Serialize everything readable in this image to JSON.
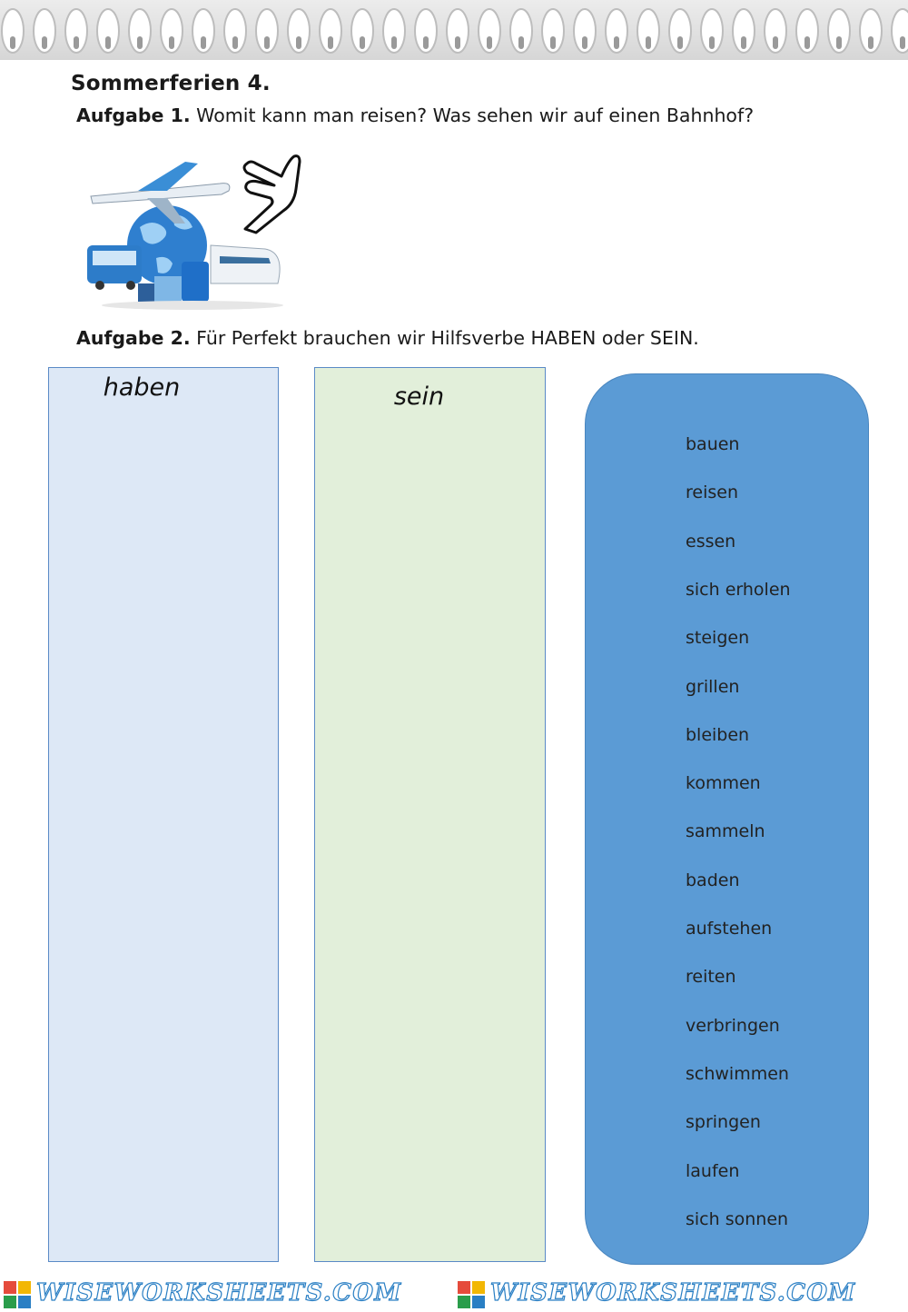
{
  "title": "Sommerferien  4.",
  "task1": {
    "label": "Aufgabe 1.",
    "text": " Womit kann man reisen? Was sehen wir auf einen Bahnhof?"
  },
  "task2": {
    "label": "Aufgabe 2.",
    "text": " Für Perfekt brauchen wir Hilfsverbe HABEN oder SEIN."
  },
  "columns": {
    "haben": "haben",
    "sein": "sein"
  },
  "words": [
    "bauen",
    "reisen",
    "essen",
    "sich erholen",
    "steigen",
    "grillen",
    "bleiben",
    "kommen",
    "sammeln",
    "baden",
    "aufstehen",
    "reiten",
    "verbringen",
    "schwimmen",
    "springen",
    "laufen",
    "sich sonnen"
  ],
  "footer": {
    "brand": "WISEWORKSHEETS.COM"
  },
  "icons": [
    "travel-illustration-icon",
    "pointing-hand-icon",
    "brand-logo-icon"
  ],
  "colors": {
    "haben_bg": "#dde8f6",
    "sein_bg": "#e2efda",
    "word_box_bg": "#5b9bd5",
    "brand": "#2a7fc4"
  }
}
